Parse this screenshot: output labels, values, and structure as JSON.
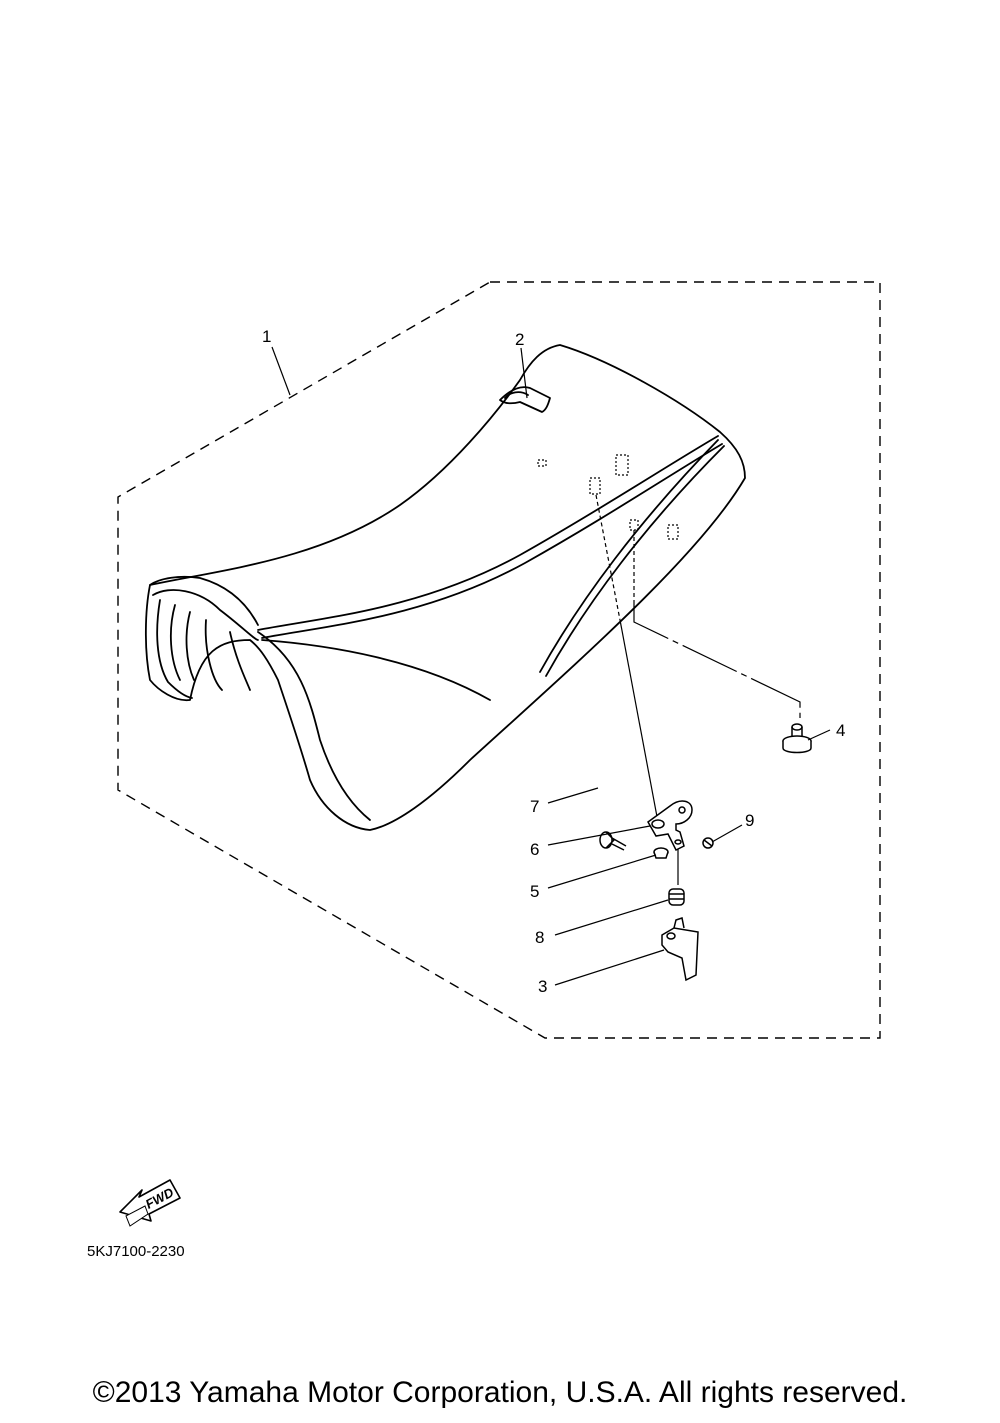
{
  "diagram": {
    "callouts": [
      "1",
      "2",
      "3",
      "4",
      "5",
      "6",
      "7",
      "8",
      "9"
    ],
    "direction_label": "FWD",
    "part_code": "5KJ7100-2230"
  },
  "footer": {
    "copyright": "©2013 Yamaha Motor Corporation, U.S.A. All rights reserved."
  }
}
